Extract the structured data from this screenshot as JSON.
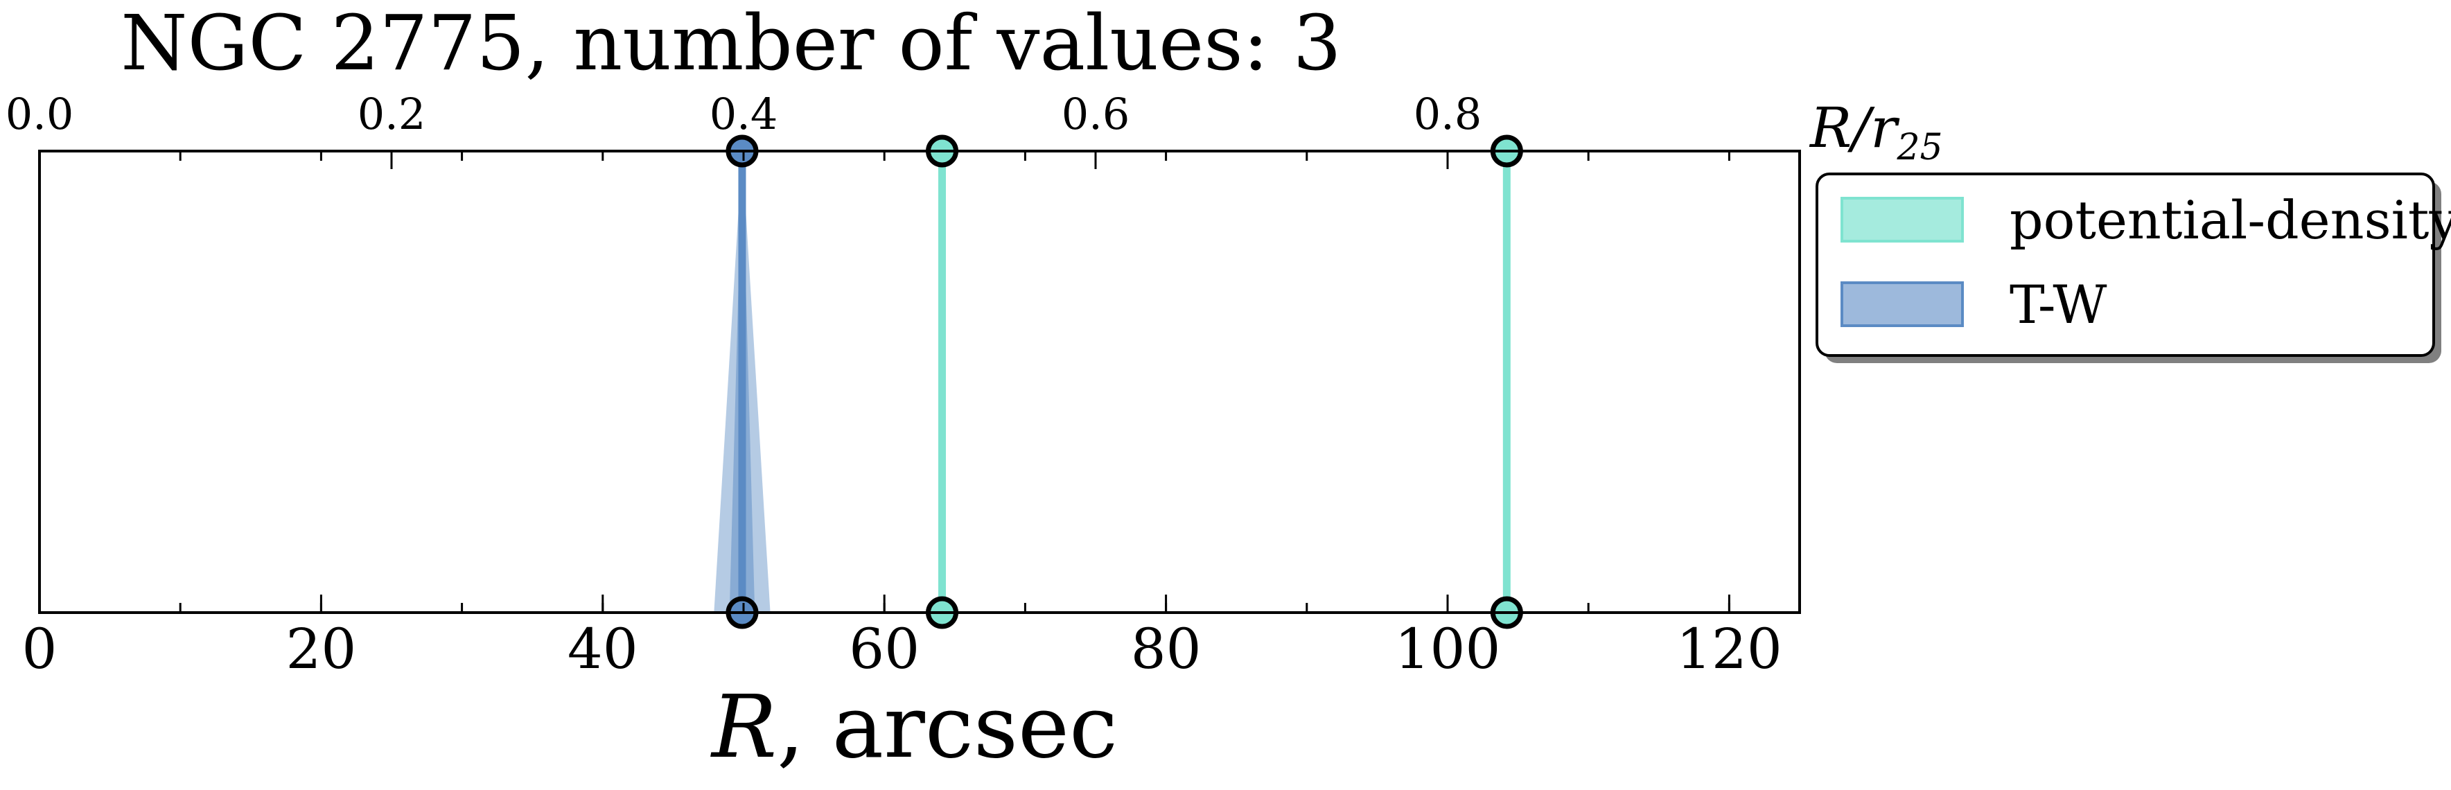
{
  "chart_data": {
    "type": "line",
    "title": "NGC 2775, number of values: 3",
    "xlabel_symbol": "R",
    "xlabel_rest": ", arcsec",
    "xlim": [
      0,
      125
    ],
    "xticks": [
      0,
      20,
      40,
      60,
      80,
      100,
      120
    ],
    "top_axis": {
      "label_symbol": "R/r",
      "label_sub": "25",
      "lim": [
        0,
        1.0
      ],
      "ticks": [
        "0.0",
        "0.2",
        "0.4",
        "0.6",
        "0.8"
      ]
    },
    "grid": false,
    "legend_position": "outside-right-top",
    "series": [
      {
        "name": "potential-density",
        "color": "#7fe3d0",
        "x": [
          64.1,
          104.2
        ],
        "err": [
          0,
          0
        ]
      },
      {
        "name": "T-W",
        "color": "#5b8bc4",
        "x": [
          49.9
        ],
        "err": [
          2.0
        ]
      }
    ]
  }
}
